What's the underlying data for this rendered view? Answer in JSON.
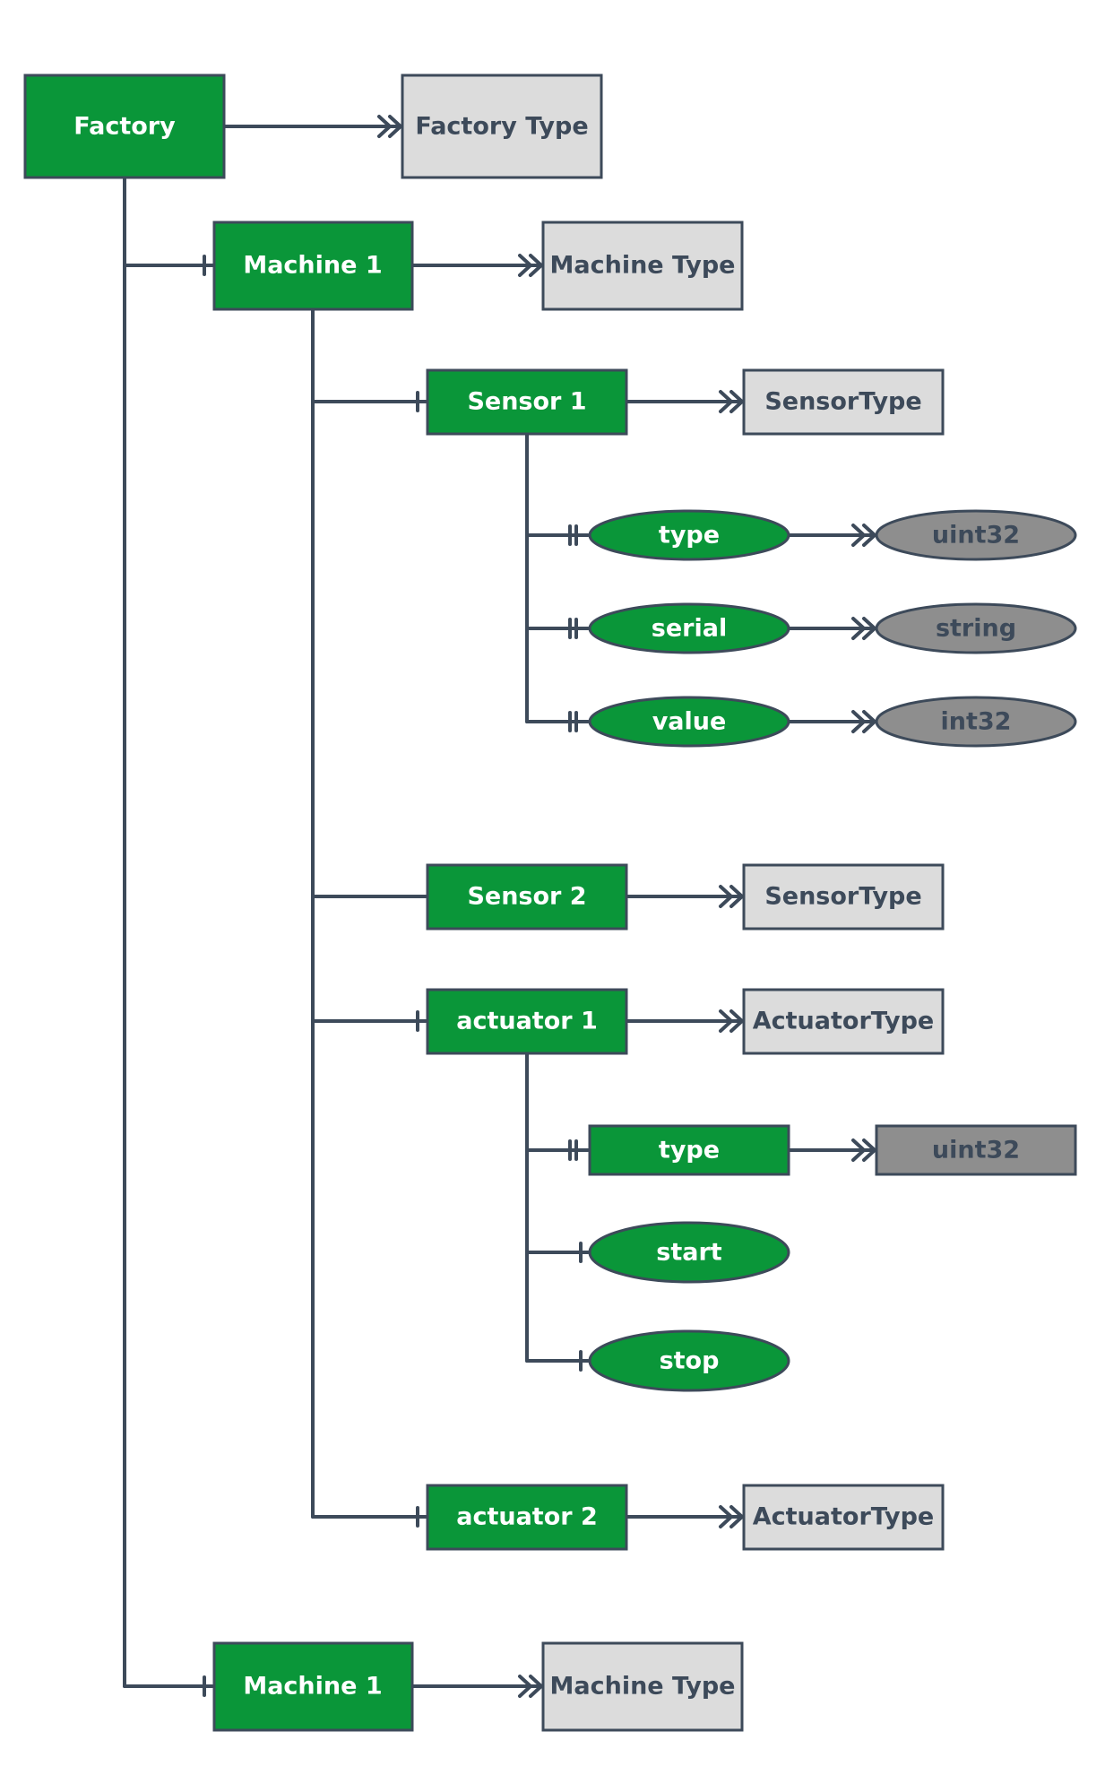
{
  "colors": {
    "node_green": "#0a9639",
    "type_box": "#dcdcdc",
    "primitive_gray": "#8e8e8e",
    "line": "#3d4a5a"
  },
  "nodes": {
    "factory": "Factory",
    "factory_type": "Factory Type",
    "machine1": "Machine 1",
    "machine1_type": "Machine Type",
    "sensor1": "Sensor 1",
    "sensor1_type": "SensorType",
    "s1_type": "type",
    "s1_type_dt": "uint32",
    "s1_serial": "serial",
    "s1_serial_dt": "string",
    "s1_value": "value",
    "s1_value_dt": "int32",
    "sensor2": "Sensor 2",
    "sensor2_type": "SensorType",
    "actuator1": "actuator 1",
    "actuator1_type": "ActuatorType",
    "a1_type": "type",
    "a1_type_dt": "uint32",
    "a1_start": "start",
    "a1_stop": "stop",
    "actuator2": "actuator 2",
    "actuator2_type": "ActuatorType",
    "machine2": "Machine 1",
    "machine2_type": "Machine Type"
  }
}
